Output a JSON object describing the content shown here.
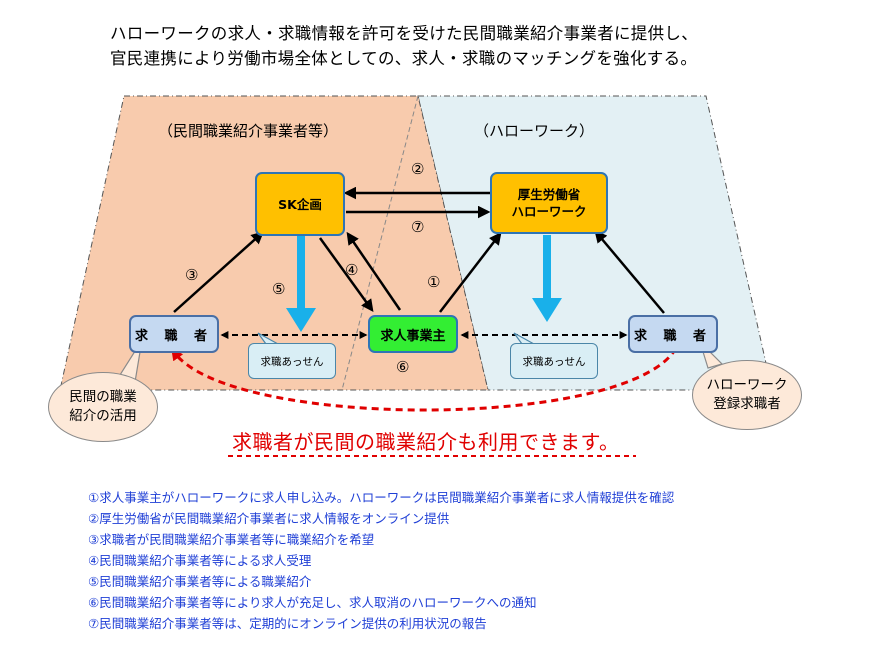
{
  "title": {
    "line1": "ハローワークの求人・求職情報を許可を受けた民間職業紹介事業者に提供し、",
    "line2": "官民連携により労働市場全体としての、求人・求職のマッチングを強化する。"
  },
  "zones": {
    "private": "（民間職業紹介事業者等）",
    "hellowork": "（ハローワーク）"
  },
  "nodes": {
    "sk": "SK企画",
    "mhlw_line1": "厚生労働省",
    "mhlw_line2": "ハローワーク",
    "seeker_left": "求 職 者",
    "employer": "求人事業主",
    "seeker_right": "求 職 者"
  },
  "callouts": {
    "left": "求職あっせん",
    "right": "求職あっせん"
  },
  "bubbles": {
    "left_line1": "民間の職業",
    "left_line2": "紹介の活用",
    "right_line1": "ハローワーク",
    "right_line2": "登録求職者"
  },
  "numbers": {
    "n1": "①",
    "n2": "②",
    "n3": "③",
    "n4": "④",
    "n5": "⑤",
    "n6": "⑥",
    "n7": "⑦"
  },
  "message": "求職者が民間の職業紹介も利用できます。",
  "legend": [
    "①求人事業主がハローワークに求人申し込み。ハローワークは民間職業紹介事業者に求人情報提供を確認",
    "②厚生労働省が民間職業紹介事業者に求人情報をオンライン提供",
    "③求職者が民間職業紹介事業者等に職業紹介を希望",
    "④民間職業紹介事業者等による求人受理",
    "⑤民間職業紹介事業者等による職業紹介",
    "⑥民間職業紹介事業者等により求人が充足し、求人取消のハローワークへの通知",
    "⑦民間職業紹介事業者等は、定期的にオンライン提供の利用状況の報告"
  ],
  "colors": {
    "private_zone": "#f8cbad",
    "hellowork_zone": "#e3f0f4",
    "arrow_blue": "#19b0ea",
    "red": "#e00000",
    "legend_text": "#1f3fd6"
  }
}
